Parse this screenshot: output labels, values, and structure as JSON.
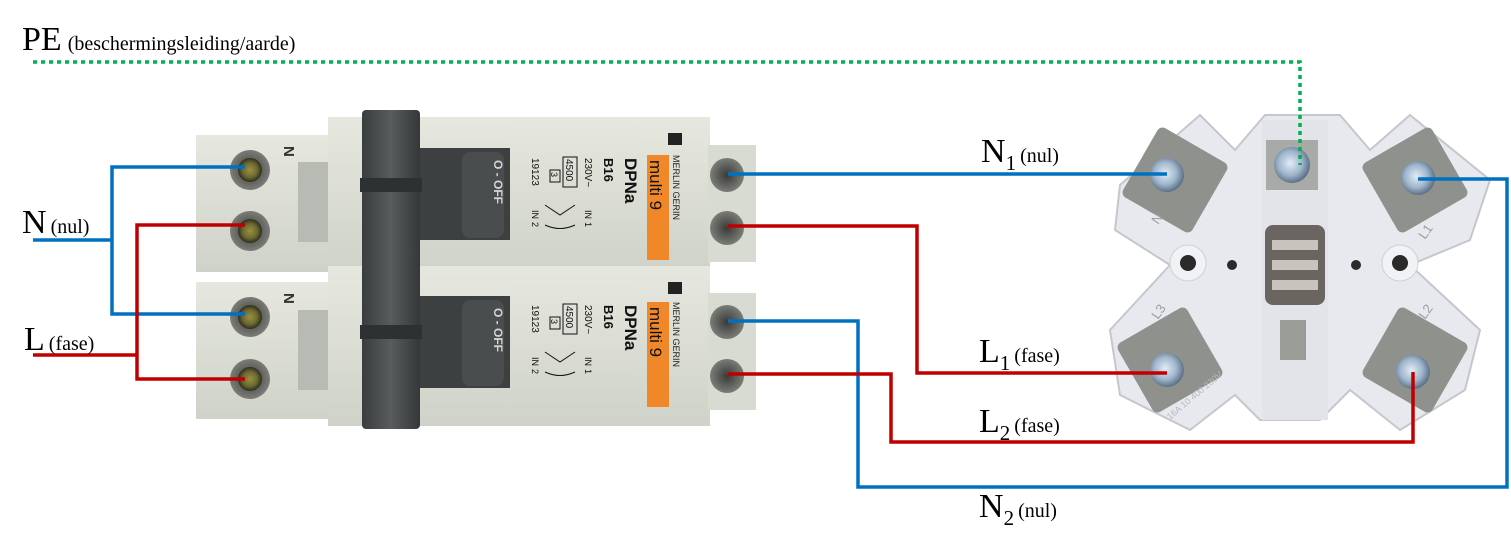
{
  "title": "Wiring diagram: two Merlin Gerin DPNa B16 breakers to a 4-way distribution block",
  "colors": {
    "neutral": "#0070c0",
    "phase": "#c00000",
    "earth": "#00b050",
    "breaker_body": "#dcdfd6",
    "brand_orange": "#f0882a"
  },
  "labels": {
    "pe": {
      "main": "PE",
      "note": "(beschermingsleiding/aarde)"
    },
    "n_in": {
      "main": "N",
      "note": "(nul)"
    },
    "l_in": {
      "main": "L",
      "note": "(fase)"
    },
    "n1": {
      "main": "N",
      "sub": "1",
      "note": "(nul)"
    },
    "l1": {
      "main": "L",
      "sub": "1",
      "note": "(fase)"
    },
    "l2": {
      "main": "L",
      "sub": "2",
      "note": "(fase)"
    },
    "n2": {
      "main": "N",
      "sub": "2",
      "note": "(nul)"
    }
  },
  "breakers": [
    {
      "brand": "MERLIN GERIN",
      "series": "multi 9",
      "model": "DPNa",
      "rating": "B16",
      "voltage": "230V~",
      "breaking_capacity": "4500",
      "class": "3",
      "code": "19123",
      "terminal_n": "N",
      "switch_text": "O - OFF",
      "schematic": [
        "IN",
        "1",
        "IN",
        "2"
      ]
    },
    {
      "brand": "MERLIN GERIN",
      "series": "multi 9",
      "model": "DPNa",
      "rating": "B16",
      "voltage": "230V~",
      "breaking_capacity": "4500",
      "class": "3",
      "code": "19123",
      "terminal_n": "N",
      "switch_text": "O - OFF",
      "schematic": [
        "IN",
        "1",
        "IN",
        "2"
      ]
    }
  ],
  "block": {
    "terminals": [
      "N",
      "L1",
      "L2",
      "L3"
    ],
    "marking": "16A 10 400 230V"
  }
}
